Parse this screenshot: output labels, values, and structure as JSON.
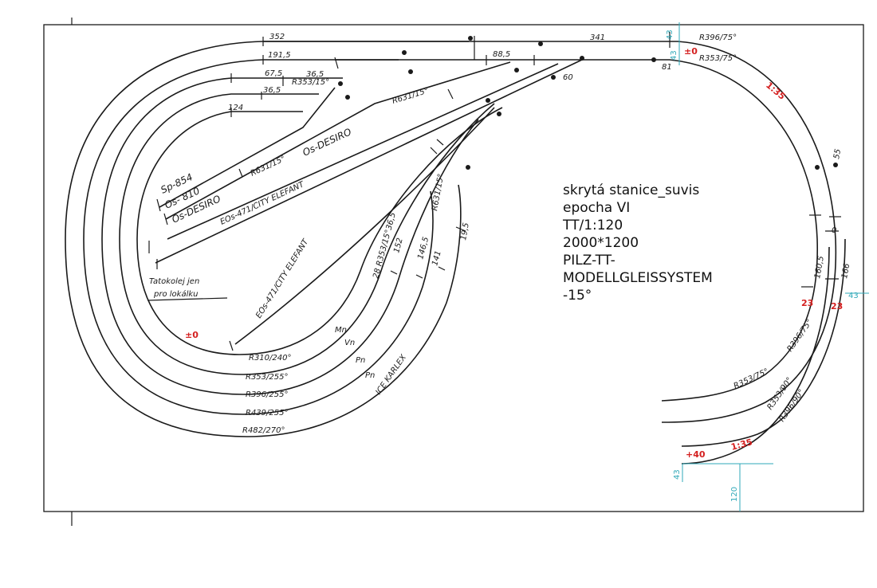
{
  "info": {
    "line1": "skrytá stanice_suvis",
    "line2": "epocha VI",
    "line3": "TT/1:120",
    "line4": "2000*1200",
    "line5": "PILZ-TT-",
    "line6": "MODELLGLEISSYSTEM",
    "line7": "-15°"
  },
  "labels": {
    "dim_352": "352",
    "dim_341": "341",
    "dim_191_5": "191,5",
    "dim_88_5": "88,5",
    "dim_67_5": "67,5",
    "dim_36_5a": "36,5",
    "dim_36_5b": "36,5",
    "dim_124": "124",
    "dim_81": "81",
    "dim_60": "60",
    "r353_15": "R353/15°",
    "r631_15_top": "R631/15°",
    "r631_15_mid": "R631/15°",
    "r631_15_right": "R631/15°",
    "r396_75": "R396/75°",
    "r353_75": "R353/75°",
    "r353_75_low": "R353/75°",
    "r396_75_low": "R396/75°",
    "r353_90": "R353/90°",
    "r396_90": "R396/90°",
    "sp854": "Sp-854",
    "os810": "Os- 810",
    "os_desiro_a": "Os-DESIRO",
    "os_desiro_b": "Os-DESIRO",
    "eos471_a": "EOs-471/CITY ELEFANT",
    "eos471_b": "EOs-471/CITY ELEFANT",
    "tato_line1": "Tatokolej jen",
    "tato_line2": "pro lokálku",
    "r310": "R310/240°",
    "r353_255": "R353/255°",
    "r396_255": "R396/255°",
    "r439_255": "R439/255°",
    "r482_270": "R482/270°",
    "mn": "Mn",
    "vn": "Vn",
    "pn1": "Pn",
    "pn2": "Pn",
    "ice": "ICE KARLEX",
    "r353_28": "28 R353/15°36,5",
    "d152": "152",
    "d146_5": "146,5",
    "d141": "141",
    "d19_5": "19,5",
    "d55": "55",
    "d160_5": "160,5",
    "d166": "166",
    "d0": "0"
  },
  "red_labels": {
    "pm0_top": "±0",
    "pm0_left": "±0",
    "slope_top": "1:35",
    "slope_bottom": "1:35",
    "plus23a": "23",
    "plus23b": "23",
    "plus40": "+40"
  },
  "cyan_labels": {
    "c43_top": "43",
    "c43_2": "43",
    "c43_right": "43",
    "c43_bottom": "43",
    "c120": "120"
  },
  "colors": {
    "ink": "#1a1a1a",
    "red": "#d42020",
    "cyan": "#2fa8b8"
  }
}
